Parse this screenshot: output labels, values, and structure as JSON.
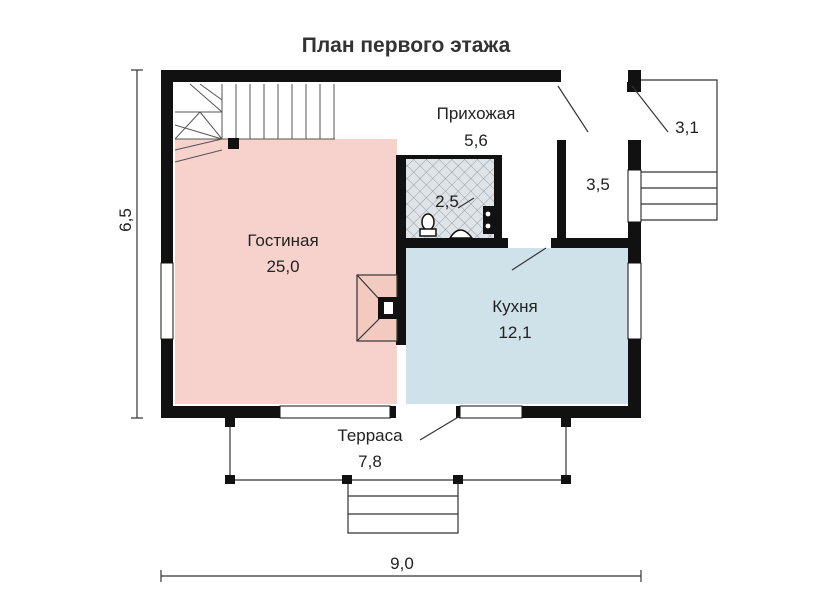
{
  "title": "План первого этажа",
  "rooms": {
    "living": {
      "name": "Гостиная",
      "area": "25,0"
    },
    "hall": {
      "name": "Прихожая",
      "area": "5,6"
    },
    "bath": {
      "area": "2,5"
    },
    "kitchen": {
      "name": "Кухня",
      "area": "12,1"
    },
    "storage": {
      "area": "3,5"
    },
    "porch": {
      "area": "3,1"
    },
    "terrace": {
      "name": "Терраса",
      "area": "7,8"
    }
  },
  "dimensions": {
    "height": "6,5",
    "width": "9,0"
  },
  "colors": {
    "wall": "#111111",
    "living_fill": "#f7d2cc",
    "kitchen_fill": "#cfe2ea",
    "bath_fill": "#d8dde2",
    "line": "#333333"
  }
}
